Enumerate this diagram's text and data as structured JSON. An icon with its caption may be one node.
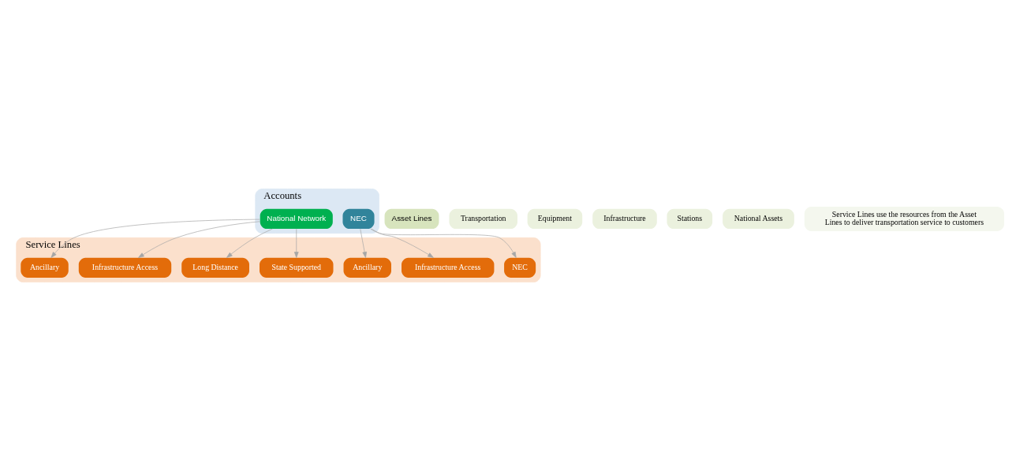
{
  "diagram": {
    "nodes": [
      {
        "text": [
          "Accounts"
        ]
      },
      {
        "text": [
          "NEC"
        ],
        "in": 0
      },
      {
        "text": [
          "National Network"
        ],
        "in": 0
      },
      {
        "text": [
          "Service Lines"
        ]
      },
      {
        "text": [
          "NEC"
        ],
        "in": 3
      },
      {
        "text": [
          "Infrastructure Access"
        ],
        "in": 3
      },
      {
        "text": [
          "Ancillary"
        ],
        "in": 3
      },
      {
        "text": [
          "State Supported"
        ],
        "in": 3
      },
      {
        "text": [
          "Long Distance"
        ],
        "in": 3
      },
      {
        "text": [
          "Infrastructure Access"
        ],
        "in": 3
      },
      {
        "text": [
          "Ancillary"
        ],
        "in": 3
      },
      {
        "text": [
          "Asset Lines"
        ]
      },
      {
        "text": [
          "Transportation"
        ]
      },
      {
        "text": [
          "Equipment"
        ]
      },
      {
        "text": [
          "Infrastructure"
        ]
      },
      {
        "text": [
          "Stations"
        ]
      },
      {
        "text": [
          "National Assets"
        ]
      },
      {
        "text": [
          "Service Lines use the resources from the Asset Lines to deliver transportation service to customers"
        ]
      }
    ],
    "edges": [
      {
        "from": 1,
        "to": 4,
        "arrow": "to"
      },
      {
        "from": 1,
        "to": 5,
        "arrow": "to"
      },
      {
        "from": 1,
        "to": 6,
        "arrow": "to"
      },
      {
        "from": 2,
        "to": 7,
        "arrow": "to"
      },
      {
        "from": 2,
        "to": 8,
        "arrow": "to"
      },
      {
        "from": 2,
        "to": 9,
        "arrow": "to"
      },
      {
        "from": 2,
        "to": 10,
        "arrow": "to"
      }
    ]
  }
}
